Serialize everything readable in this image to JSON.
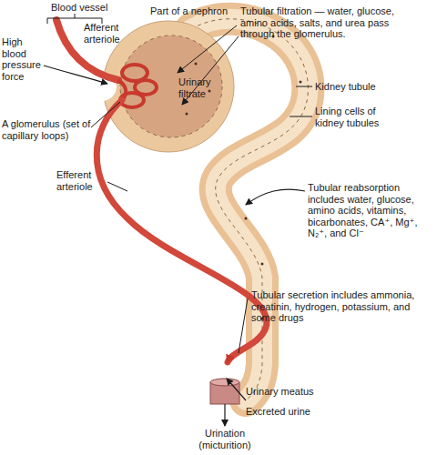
{
  "diagram": {
    "labels": [
      "Blood vessel",
      "Afferent arteriole",
      "High blood pressure force",
      "A glomerulus (set of capillary loops)",
      "Part of a nephron",
      "Tubular filtration — water, glucose, amino acids, salts, and urea pass through the glomerulus.",
      "Urinary filtrate",
      "Kidney tubule",
      "Lining cells of kidney tubules",
      "Efferent arteriole",
      "Tubular reabsorption includes water, glucose, amino acids, vitamins, bicarbonates, CA⁺, Mg⁺, N₂⁺, and Cl⁻",
      "Tubular secretion includes ammonia, creatinin, hydrogen, potassium, and some drugs",
      "Urinary meatus",
      "Excreted urine",
      "Urination (micturition)"
    ]
  }
}
